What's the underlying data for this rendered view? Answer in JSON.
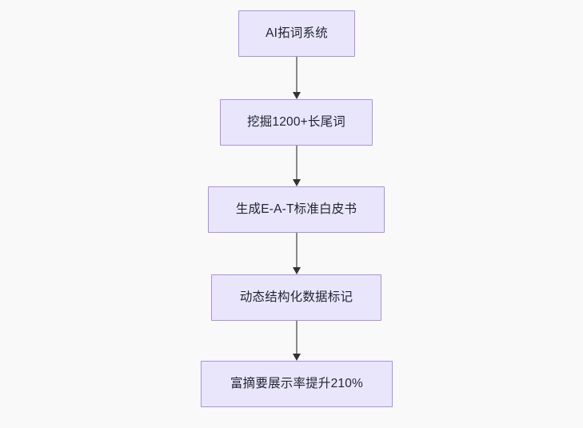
{
  "diagram": {
    "type": "flowchart",
    "direction": "top-to-bottom",
    "background_color": "#f9f9f9",
    "node_fill_color": "#e9e6fb",
    "node_border_color": "#ac8fdf",
    "node_text_color": "#1f2430",
    "connector_color": "#8a8a8a",
    "arrowhead_color": "#333333",
    "nodes": [
      {
        "id": "node-0",
        "label": "AI拓词系统"
      },
      {
        "id": "node-1",
        "label": "挖掘1200+长尾词"
      },
      {
        "id": "node-2",
        "label": "生成E-A-T标准白皮书"
      },
      {
        "id": "node-3",
        "label": "动态结构化数据标记"
      },
      {
        "id": "node-4",
        "label": "富摘要展示率提升210%"
      }
    ],
    "edges": [
      {
        "id": "edge-0",
        "from": "node-0",
        "to": "node-1",
        "label": ""
      },
      {
        "id": "edge-1",
        "from": "node-1",
        "to": "node-2",
        "label": ""
      },
      {
        "id": "edge-2",
        "from": "node-2",
        "to": "node-3",
        "label": ""
      },
      {
        "id": "edge-3",
        "from": "node-3",
        "to": "node-4",
        "label": ""
      }
    ]
  }
}
